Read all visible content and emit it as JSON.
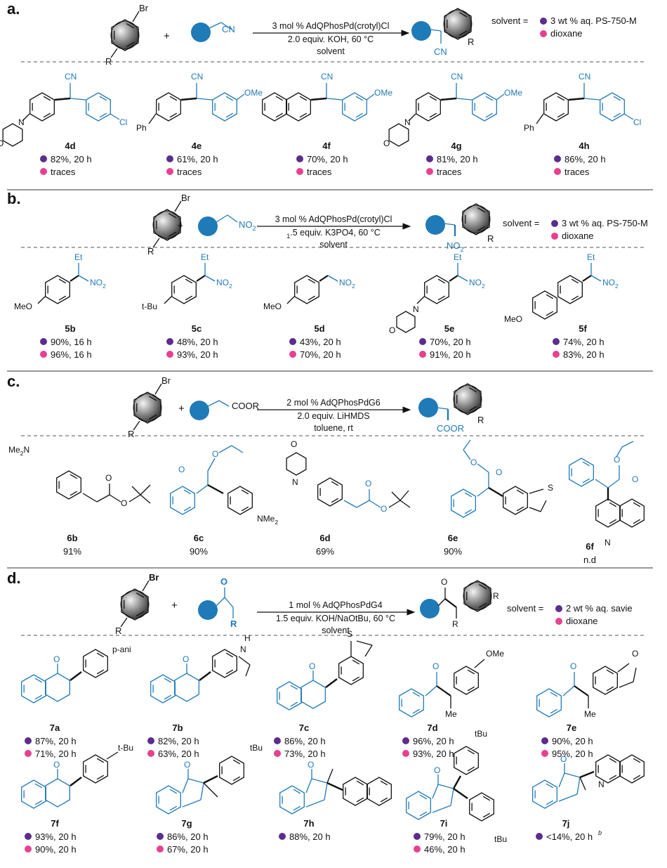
{
  "colors": {
    "blue": "#1f7ab8",
    "purple": "#5b2d8e",
    "pink": "#e8408e",
    "ink": "#111111"
  },
  "sections": [
    {
      "label": "a.",
      "conditions": [
        "3 mol % AdQPhosPd(crotyl)Cl",
        "2.0 equiv. KOH, 60 °C",
        "solvent"
      ],
      "nucleophile_label": "CN",
      "product_label": "CN",
      "solvent_label": "solvent =",
      "solvents": [
        "3 wt % aq. PS-750-M",
        "dioxane"
      ],
      "compounds": [
        {
          "id": "4d",
          "r1": "82%, 20 h",
          "r2": "traces"
        },
        {
          "id": "4e",
          "r1": "61%, 20 h",
          "r2": "traces"
        },
        {
          "id": "4f",
          "r1": "70%, 20 h",
          "r2": "traces"
        },
        {
          "id": "4g",
          "r1": "81%, 20 h",
          "r2": "traces"
        },
        {
          "id": "4h",
          "r1": "86%, 20 h",
          "r2": "traces"
        }
      ]
    },
    {
      "label": "b.",
      "conditions": [
        "3 mol % AdQPhosPd(crotyl)Cl",
        "1.5 equiv. K3PO4, 60 °C",
        "solvent"
      ],
      "nucleophile_label": "NO2",
      "product_label": "NO2",
      "solvent_label": "solvent =",
      "solvents": [
        "3 wt % aq. PS-750-M",
        "dioxane"
      ],
      "compounds": [
        {
          "id": "5b",
          "r1": "90%, 16 h",
          "r2": "96%, 16 h"
        },
        {
          "id": "5c",
          "r1": "48%, 20 h",
          "r2": "93%, 20 h"
        },
        {
          "id": "5d",
          "r1": "43%, 20 h",
          "r2": "70%, 20 h"
        },
        {
          "id": "5e",
          "r1": "70%, 20 h",
          "r2": "91%, 20 h"
        },
        {
          "id": "5f",
          "r1": "74%, 20 h",
          "r2": "83%, 20 h"
        }
      ]
    },
    {
      "label": "c.",
      "conditions": [
        "2 mol % AdQPhosPdG6",
        "2.0 equiv. LiHMDS",
        "toluene, rt"
      ],
      "nucleophile_label": "COOR",
      "product_label": "COOR",
      "compounds": [
        {
          "id": "6b",
          "r": "91%"
        },
        {
          "id": "6c",
          "r": "90%"
        },
        {
          "id": "6d",
          "r": "69%"
        },
        {
          "id": "6e",
          "r": "90%"
        },
        {
          "id": "6f",
          "r": "n.d"
        }
      ]
    },
    {
      "label": "d.",
      "conditions": [
        "1 mol % AdQPhosPdG4",
        "1.5 equiv. KOH/NaOtBu, 60 °C",
        "solvent"
      ],
      "solvent_label": "solvent =",
      "solvents": [
        "2 wt % aq. savie",
        "dioxane"
      ],
      "compounds": [
        {
          "id": "7a",
          "r1": "87%, 20 h",
          "r2": "71%, 20 h"
        },
        {
          "id": "7b",
          "r1": "82%, 20 h",
          "r2": "63%, 20 h"
        },
        {
          "id": "7c",
          "r1": "86%, 20 h",
          "r2": "73%, 20 h"
        },
        {
          "id": "7d",
          "r1": "96%, 20 h",
          "r2": "93%, 20 h"
        },
        {
          "id": "7e",
          "r1": "90%, 20 h",
          "r2": "95%, 20 h"
        },
        {
          "id": "7f",
          "r1": "93%, 20 h",
          "r2": "90%, 20 h"
        },
        {
          "id": "7g",
          "r1": "86%, 20 h",
          "r2": "67%, 20 h"
        },
        {
          "id": "7h",
          "r1": "88%, 20 h"
        },
        {
          "id": "7i",
          "r1": "79%, 20 h",
          "r2": "46%, 20 h"
        },
        {
          "id": "7j",
          "r1": "<14%, 20 h",
          "r1_sup": "b"
        }
      ]
    }
  ],
  "substituents": {
    "br": "Br",
    "r": "R",
    "cn": "CN",
    "ome": "OMe",
    "cl": "Cl",
    "ph": "Ph",
    "et": "Et",
    "no2": "NO2",
    "meo": "MeO",
    "tbu_hyphen": "t-Bu",
    "tbu": "tBu",
    "nme2_left": "Me2N",
    "nme2": "NMe2",
    "s": "S",
    "n": "N",
    "nh": "H",
    "o": "O",
    "pani": "p-ani",
    "me": "Me"
  }
}
